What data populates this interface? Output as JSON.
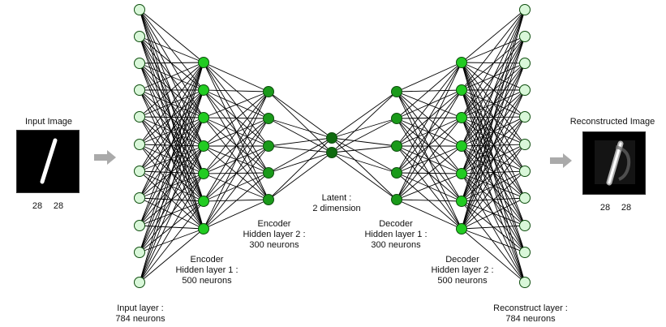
{
  "input_image": {
    "title": "Input Image",
    "dim_w": "28",
    "dim_h": "28"
  },
  "output_image": {
    "title": "Reconstructed Image",
    "dim_w": "28",
    "dim_h": "28"
  },
  "layers": [
    {
      "id": "input",
      "label_lines": [
        "Input layer :",
        "784 neurons"
      ],
      "color": "#d9f7d9"
    },
    {
      "id": "enc1",
      "label_lines": [
        "Encoder",
        "Hidden layer 1 :",
        "500 neurons"
      ],
      "color": "#22cc22"
    },
    {
      "id": "enc2",
      "label_lines": [
        "Encoder",
        "Hidden layer 2 :",
        "300 neurons"
      ],
      "color": "#1a9a1a"
    },
    {
      "id": "latent",
      "label_lines": [
        "Latent :",
        "2 dimension"
      ],
      "color": "#0f6a0f"
    },
    {
      "id": "dec1",
      "label_lines": [
        "Decoder",
        "Hidden layer 1 :",
        "300 neurons"
      ],
      "color": "#1a9a1a"
    },
    {
      "id": "dec2",
      "label_lines": [
        "Decoder",
        "Hidden layer 2 :",
        "500 neurons"
      ],
      "color": "#22cc22"
    },
    {
      "id": "output",
      "label_lines": [
        "Reconstruct layer :",
        "784 neurons"
      ],
      "color": "#d9f7d9"
    }
  ],
  "colors": {
    "edge": "#000000",
    "arrow": "#aaaaaa"
  }
}
